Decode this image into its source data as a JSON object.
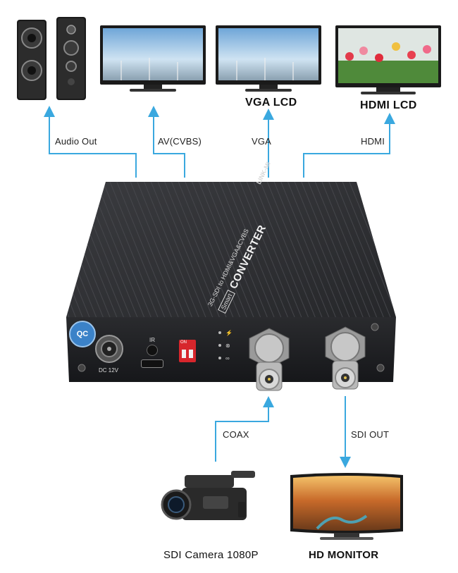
{
  "top_outputs": {
    "audio": {
      "label": "Audio Out"
    },
    "av": {
      "label": "AV(CVBS)"
    },
    "vga": {
      "label": "VGA",
      "device_label": "VGA LCD"
    },
    "hdmi": {
      "label": "HDMI",
      "device_label": "HDMI LCD"
    }
  },
  "device": {
    "brand": "LINK-MI",
    "model_line": "3G-SDI to HDMI&VGA&CVBS",
    "badge": "Smart",
    "title": "CONVERTER",
    "qc_sticker": "QC",
    "power_label": "DC 12V",
    "ir_label": "IR",
    "dip_label": "ON"
  },
  "bottom": {
    "coax_label": "COAX",
    "sdi_out_label": "SDI OUT",
    "camera_label": "SDI Camera 1080P",
    "monitor_label": "HD MONITOR"
  },
  "colors": {
    "arrow": "#3aa8df",
    "device_body": "#2a2b2e",
    "device_face": "#1d1e20",
    "dip_switch": "#d7262c"
  },
  "icons": [
    "speaker-icon",
    "lcd-monitor-icon",
    "video-camera-icon",
    "hd-monitor-icon",
    "bnc-connector-icon"
  ]
}
